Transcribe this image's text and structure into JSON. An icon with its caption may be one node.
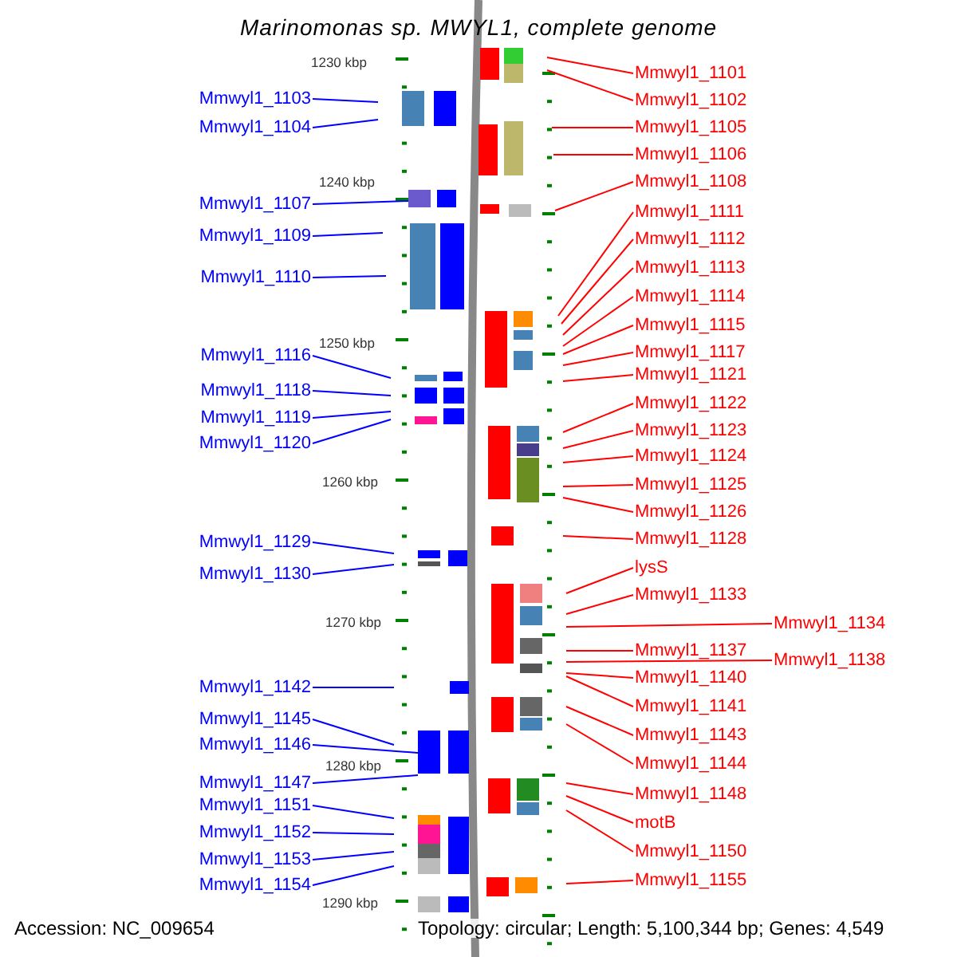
{
  "diagram": {
    "title": "Marinomonas sp. MWYL1, complete genome",
    "nodes": [
      {
        "text": [
          "Mmwyl1_1103"
        ]
      },
      {
        "text": [
          "Mmwyl1_1104"
        ]
      },
      {
        "text": [
          "Mmwyl1_1107"
        ]
      },
      {
        "text": [
          "Mmwyl1_1109"
        ]
      },
      {
        "text": [
          "Mmwyl1_1110"
        ]
      },
      {
        "text": [
          "Mmwyl1_1116"
        ]
      },
      {
        "text": [
          "Mmwyl1_1118"
        ]
      },
      {
        "text": [
          "Mmwyl1_1119"
        ]
      },
      {
        "text": [
          "Mmwyl1_1120"
        ]
      },
      {
        "text": [
          "Mmwyl1_1129"
        ]
      },
      {
        "text": [
          "Mmwyl1_1130"
        ]
      },
      {
        "text": [
          "Mmwyl1_1142"
        ]
      },
      {
        "text": [
          "Mmwyl1_1145"
        ]
      },
      {
        "text": [
          "Mmwyl1_1146"
        ]
      },
      {
        "text": [
          "Mmwyl1_1147"
        ]
      },
      {
        "text": [
          "Mmwyl1_1151"
        ]
      },
      {
        "text": [
          "Mmwyl1_1152"
        ]
      },
      {
        "text": [
          "Mmwyl1_1153"
        ]
      },
      {
        "text": [
          "Mmwyl1_1154"
        ]
      },
      {
        "text": [
          "Mmwyl1_1101"
        ]
      },
      {
        "text": [
          "Mmwyl1_1102"
        ]
      },
      {
        "text": [
          "Mmwyl1_1105"
        ]
      },
      {
        "text": [
          "Mmwyl1_1106"
        ]
      },
      {
        "text": [
          "Mmwyl1_1108"
        ]
      },
      {
        "text": [
          "Mmwyl1_1111"
        ]
      },
      {
        "text": [
          "Mmwyl1_1112"
        ]
      },
      {
        "text": [
          "Mmwyl1_1113"
        ]
      },
      {
        "text": [
          "Mmwyl1_1114"
        ]
      },
      {
        "text": [
          "Mmwyl1_1115"
        ]
      },
      {
        "text": [
          "Mmwyl1_1117"
        ]
      },
      {
        "text": [
          "Mmwyl1_1121"
        ]
      },
      {
        "text": [
          "Mmwyl1_1122"
        ]
      },
      {
        "text": [
          "Mmwyl1_1123"
        ]
      },
      {
        "text": [
          "Mmwyl1_1124"
        ]
      },
      {
        "text": [
          "Mmwyl1_1125"
        ]
      },
      {
        "text": [
          "Mmwyl1_1126"
        ]
      },
      {
        "text": [
          "Mmwyl1_1128"
        ]
      },
      {
        "text": [
          "lysS"
        ]
      },
      {
        "text": [
          "Mmwyl1_1133"
        ]
      },
      {
        "text": [
          "Mmwyl1_1134"
        ]
      },
      {
        "text": [
          "Mmwyl1_1137"
        ]
      },
      {
        "text": [
          "Mmwyl1_1138"
        ]
      },
      {
        "text": [
          "Mmwyl1_1140"
        ]
      },
      {
        "text": [
          "Mmwyl1_1141"
        ]
      },
      {
        "text": [
          "Mmwyl1_1143"
        ]
      },
      {
        "text": [
          "Mmwyl1_1144"
        ]
      },
      {
        "text": [
          "Mmwyl1_1148"
        ]
      },
      {
        "text": [
          "motB"
        ]
      },
      {
        "text": [
          "Mmwyl1_1150"
        ]
      },
      {
        "text": [
          "Mmwyl1_1155"
        ]
      }
    ],
    "edges": [
      {
        "from": 0,
        "to": null,
        "arrow": "none",
        "color": "#0000ff"
      },
      {
        "from": 1,
        "to": null,
        "arrow": "none",
        "color": "#0000ff"
      },
      {
        "from": 2,
        "to": null,
        "arrow": "none",
        "color": "#0000ff"
      },
      {
        "from": 3,
        "to": null,
        "arrow": "none",
        "color": "#0000ff"
      },
      {
        "from": 4,
        "to": null,
        "arrow": "none",
        "color": "#0000ff"
      },
      {
        "from": 5,
        "to": null,
        "arrow": "none",
        "color": "#0000ff"
      },
      {
        "from": 6,
        "to": null,
        "arrow": "none",
        "color": "#0000ff"
      },
      {
        "from": 7,
        "to": null,
        "arrow": "none",
        "color": "#0000ff"
      },
      {
        "from": 8,
        "to": null,
        "arrow": "none",
        "color": "#0000ff"
      },
      {
        "from": 9,
        "to": null,
        "arrow": "none",
        "color": "#0000ff"
      },
      {
        "from": 10,
        "to": null,
        "arrow": "none",
        "color": "#0000ff"
      },
      {
        "from": 11,
        "to": null,
        "arrow": "none",
        "color": "#0000ff"
      },
      {
        "from": 12,
        "to": null,
        "arrow": "none",
        "color": "#0000ff"
      },
      {
        "from": 13,
        "to": null,
        "arrow": "none",
        "color": "#0000ff"
      },
      {
        "from": 14,
        "to": null,
        "arrow": "none",
        "color": "#0000ff"
      },
      {
        "from": 15,
        "to": null,
        "arrow": "none",
        "color": "#0000ff"
      },
      {
        "from": 16,
        "to": null,
        "arrow": "none",
        "color": "#0000ff"
      },
      {
        "from": 17,
        "to": null,
        "arrow": "none",
        "color": "#0000ff"
      },
      {
        "from": 18,
        "to": null,
        "arrow": "none",
        "color": "#0000ff"
      },
      {
        "from": 19,
        "to": null,
        "arrow": "none",
        "color": "#ff0000"
      },
      {
        "from": 20,
        "to": null,
        "arrow": "none",
        "color": "#ff0000"
      },
      {
        "from": 21,
        "to": null,
        "arrow": "none",
        "color": "#ff0000"
      },
      {
        "from": 22,
        "to": null,
        "arrow": "none",
        "color": "#ff0000"
      },
      {
        "from": 23,
        "to": null,
        "arrow": "none",
        "color": "#ff0000"
      },
      {
        "from": 24,
        "to": null,
        "arrow": "none",
        "color": "#ff0000"
      },
      {
        "from": 25,
        "to": null,
        "arrow": "none",
        "color": "#ff0000"
      },
      {
        "from": 26,
        "to": null,
        "arrow": "none",
        "color": "#ff0000"
      },
      {
        "from": 27,
        "to": null,
        "arrow": "none",
        "color": "#ff0000"
      },
      {
        "from": 28,
        "to": null,
        "arrow": "none",
        "color": "#ff0000"
      },
      {
        "from": 29,
        "to": null,
        "arrow": "none",
        "color": "#ff0000"
      },
      {
        "from": 30,
        "to": null,
        "arrow": "none",
        "color": "#ff0000"
      },
      {
        "from": 31,
        "to": null,
        "arrow": "none",
        "color": "#ff0000"
      },
      {
        "from": 32,
        "to": null,
        "arrow": "none",
        "color": "#ff0000"
      },
      {
        "from": 33,
        "to": null,
        "arrow": "none",
        "color": "#ff0000"
      },
      {
        "from": 34,
        "to": null,
        "arrow": "none",
        "color": "#ff0000"
      },
      {
        "from": 35,
        "to": null,
        "arrow": "none",
        "color": "#ff0000"
      },
      {
        "from": 36,
        "to": null,
        "arrow": "none",
        "color": "#ff0000"
      },
      {
        "from": 37,
        "to": null,
        "arrow": "none",
        "color": "#ff0000"
      },
      {
        "from": 38,
        "to": null,
        "arrow": "none",
        "color": "#ff0000"
      },
      {
        "from": 39,
        "to": null,
        "arrow": "none",
        "color": "#ff0000"
      },
      {
        "from": 40,
        "to": null,
        "arrow": "none",
        "color": "#ff0000"
      },
      {
        "from": 41,
        "to": null,
        "arrow": "none",
        "color": "#ff0000"
      },
      {
        "from": 42,
        "to": null,
        "arrow": "none",
        "color": "#ff0000"
      },
      {
        "from": 43,
        "to": null,
        "arrow": "none",
        "color": "#ff0000"
      },
      {
        "from": 44,
        "to": null,
        "arrow": "none",
        "color": "#ff0000"
      },
      {
        "from": 45,
        "to": null,
        "arrow": "none",
        "color": "#ff0000"
      },
      {
        "from": 46,
        "to": null,
        "arrow": "none",
        "color": "#ff0000"
      },
      {
        "from": 47,
        "to": null,
        "arrow": "none",
        "color": "#ff0000"
      },
      {
        "from": 48,
        "to": null,
        "arrow": "none",
        "color": "#ff0000"
      },
      {
        "from": 49,
        "to": null,
        "arrow": "none",
        "color": "#ff0000"
      }
    ],
    "labels": [
      "1230 kbp",
      "1240 kbp",
      "1250 kbp",
      "1260 kbp",
      "1270 kbp",
      "1280 kbp",
      "1290 kbp",
      "Accession: NC_009654",
      "Topology: circular; Length: 5,100,344 bp; Genes: 4,549"
    ]
  }
}
